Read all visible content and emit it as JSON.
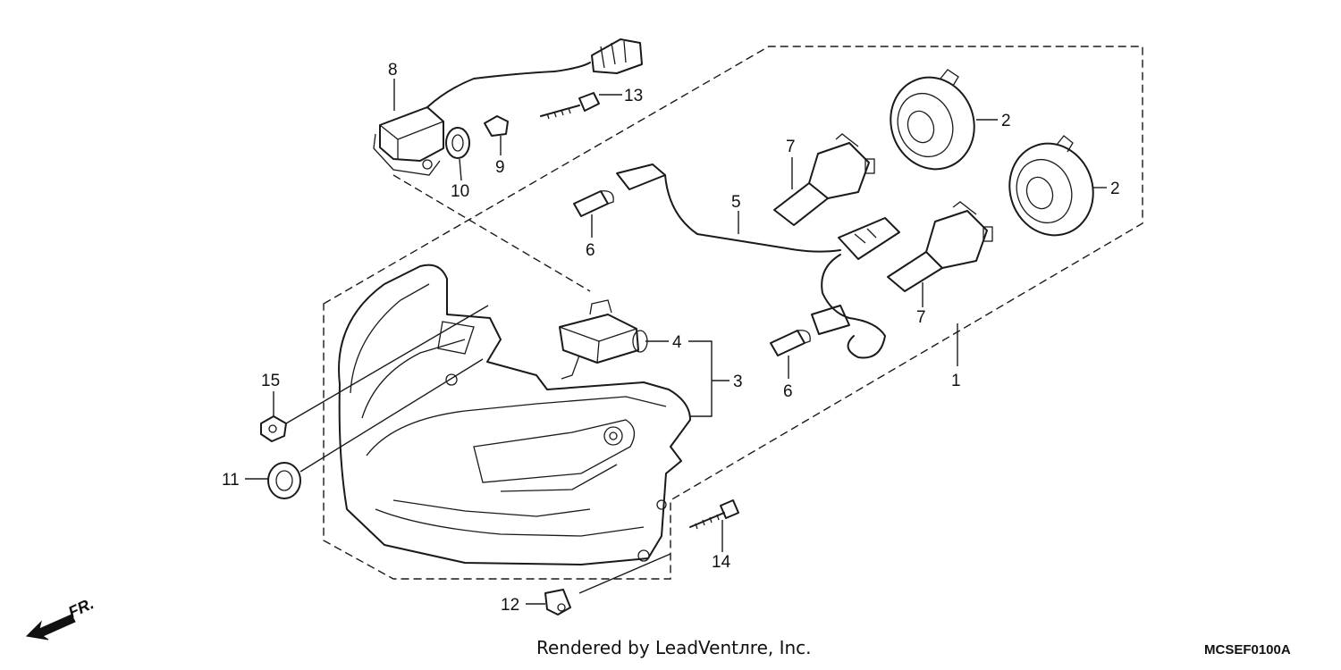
{
  "callouts": {
    "c1": "1",
    "c2a": "2",
    "c2b": "2",
    "c3": "3",
    "c4": "4",
    "c5": "5",
    "c6a": "6",
    "c6b": "6",
    "c7a": "7",
    "c7b": "7",
    "c8": "8",
    "c9": "9",
    "c10": "10",
    "c11": "11",
    "c12": "12",
    "c13": "13",
    "c14": "14",
    "c15": "15"
  },
  "direction": {
    "label": "FR."
  },
  "footer": {
    "credit": "Rendered by LeadVentлre, Inc.",
    "code": "MCSEF0100A"
  }
}
